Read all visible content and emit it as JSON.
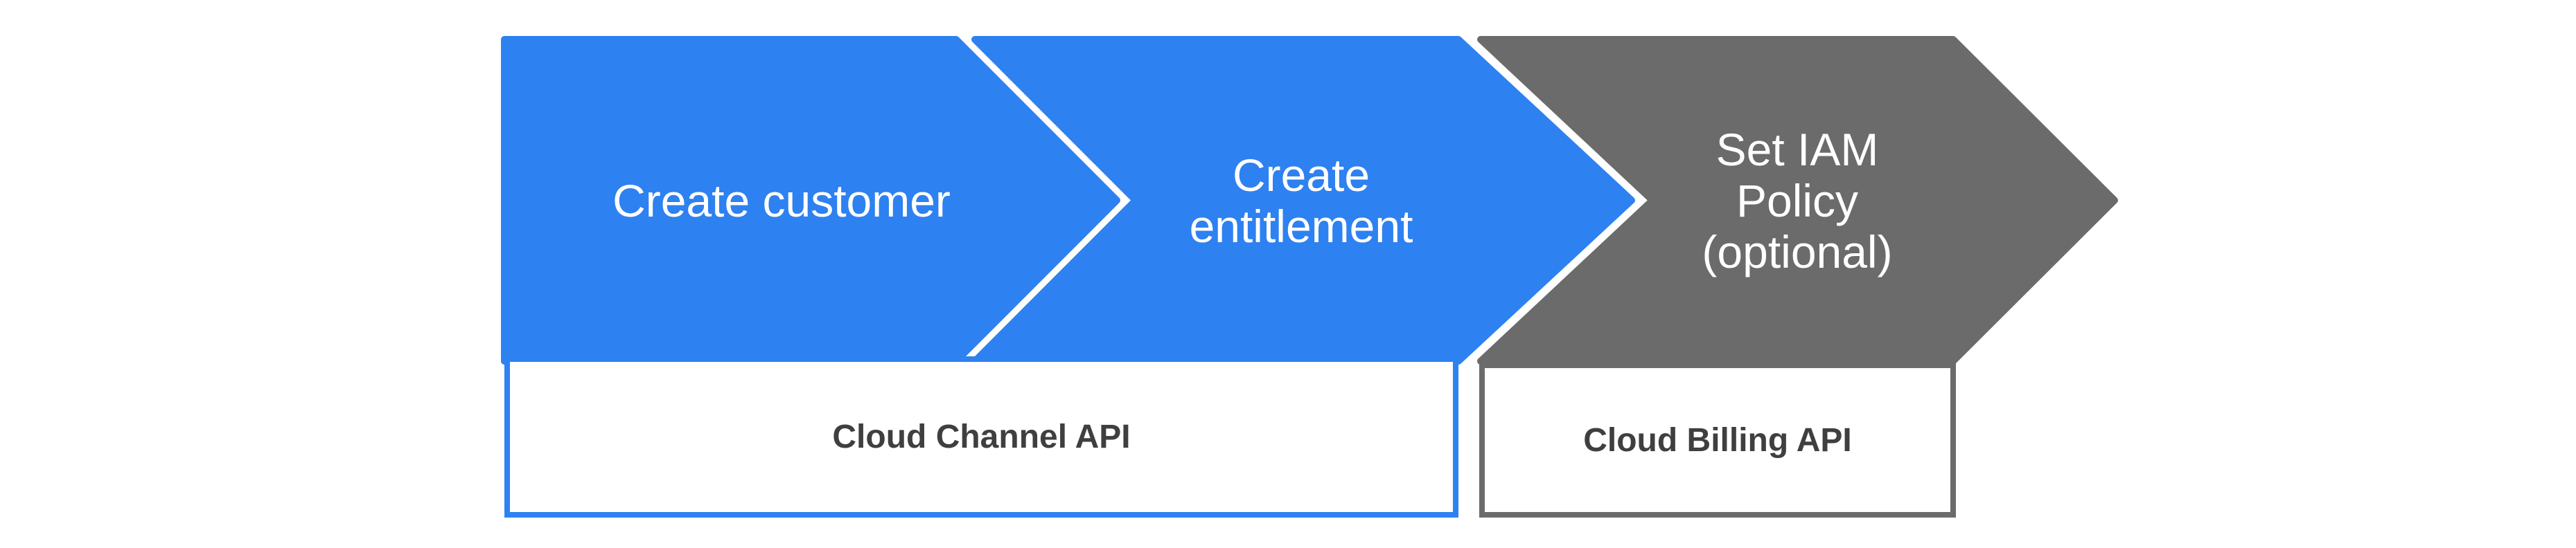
{
  "colors": {
    "background": "#ffffff",
    "step-blue": "#2e81f0",
    "step-gray": "#6b6b6b",
    "arrow-label": "#ffffff",
    "api-label": "#3f3f3f"
  },
  "diagram": {
    "steps": [
      {
        "label": "Create customer",
        "fill": "#2e81f0"
      },
      {
        "label": "Create\nentitlement",
        "fill": "#2e81f0"
      },
      {
        "label": "Set IAM\nPolicy\n(optional)",
        "fill": "#6b6b6b"
      }
    ],
    "api_boxes": [
      {
        "label": "Cloud Channel API",
        "border": "#2e81f0"
      },
      {
        "label": "Cloud Billing API",
        "border": "#6b6b6b"
      }
    ]
  }
}
